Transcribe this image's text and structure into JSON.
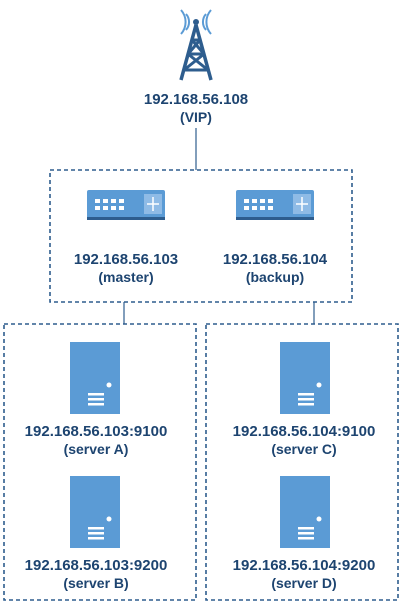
{
  "vip": {
    "ip": "192.168.56.108",
    "label": "(VIP)",
    "icon": "antenna-tower-icon"
  },
  "load_balancers": [
    {
      "ip": "192.168.56.103",
      "role": "(master)",
      "icon": "switch-router-icon"
    },
    {
      "ip": "192.168.56.104",
      "role": "(backup)",
      "icon": "switch-router-icon"
    }
  ],
  "server_groups": [
    {
      "servers": [
        {
          "address": "192.168.56.103:9100",
          "name": "(server A)",
          "icon": "server-icon"
        },
        {
          "address": "192.168.56.103:9200",
          "name": "(server B)",
          "icon": "server-icon"
        }
      ]
    },
    {
      "servers": [
        {
          "address": "192.168.56.104:9100",
          "name": "(server C)",
          "icon": "server-icon"
        },
        {
          "address": "192.168.56.104:9200",
          "name": "(server D)",
          "icon": "server-icon"
        }
      ]
    }
  ],
  "colors": {
    "icon_blue": "#5b9bd5",
    "dark_blue": "#2e5d8e",
    "text": "#1d4470",
    "border": "#2e5d8e"
  }
}
